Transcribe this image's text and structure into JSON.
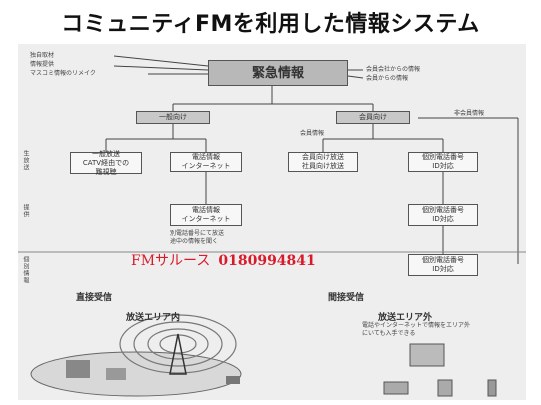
{
  "title": "コミュニティFMを利用した情報システム",
  "diagram": {
    "main": "緊急情報",
    "inputs_left": [
      "独自取材",
      "情報提供",
      "マスコミ情報のリメイク"
    ],
    "inputs_right": [
      "会員会社からの情報",
      "会員からの情報"
    ],
    "general": "一般向け",
    "members": "会員向け",
    "members_note": "会員情報",
    "right_note": "非会員情報",
    "row_labels": [
      "生放送",
      "提供",
      "個別情報"
    ],
    "nodes": {
      "general_broadcast": [
        "一般放送",
        "CATV経由での",
        "難視聴"
      ],
      "phone_internet": [
        "電話情報",
        "インターネット"
      ],
      "phone_internet_2": [
        "電話情報",
        "インターネット"
      ],
      "phone_internet_2_note": [
        "別電話番号にて放送",
        "途中の情報を聞く"
      ],
      "member_broadcast": [
        "会員向け放送",
        "社員向け放送"
      ],
      "individual_phone_1": [
        "個別電話番号",
        "ID対応"
      ],
      "individual_phone_2": [
        "個別電話番号",
        "ID対応"
      ],
      "individual_phone_3": [
        "個別電話番号",
        "ID対応"
      ]
    }
  },
  "fm_label": "FMサルース",
  "fm_number": "0180994841",
  "direct": {
    "heading": "直接受信",
    "area": "放送エリア内"
  },
  "indirect": {
    "heading": "間接受信",
    "area": "放送エリア外",
    "note": "電話やインターネットで情報をエリア外にいても入手できる"
  }
}
